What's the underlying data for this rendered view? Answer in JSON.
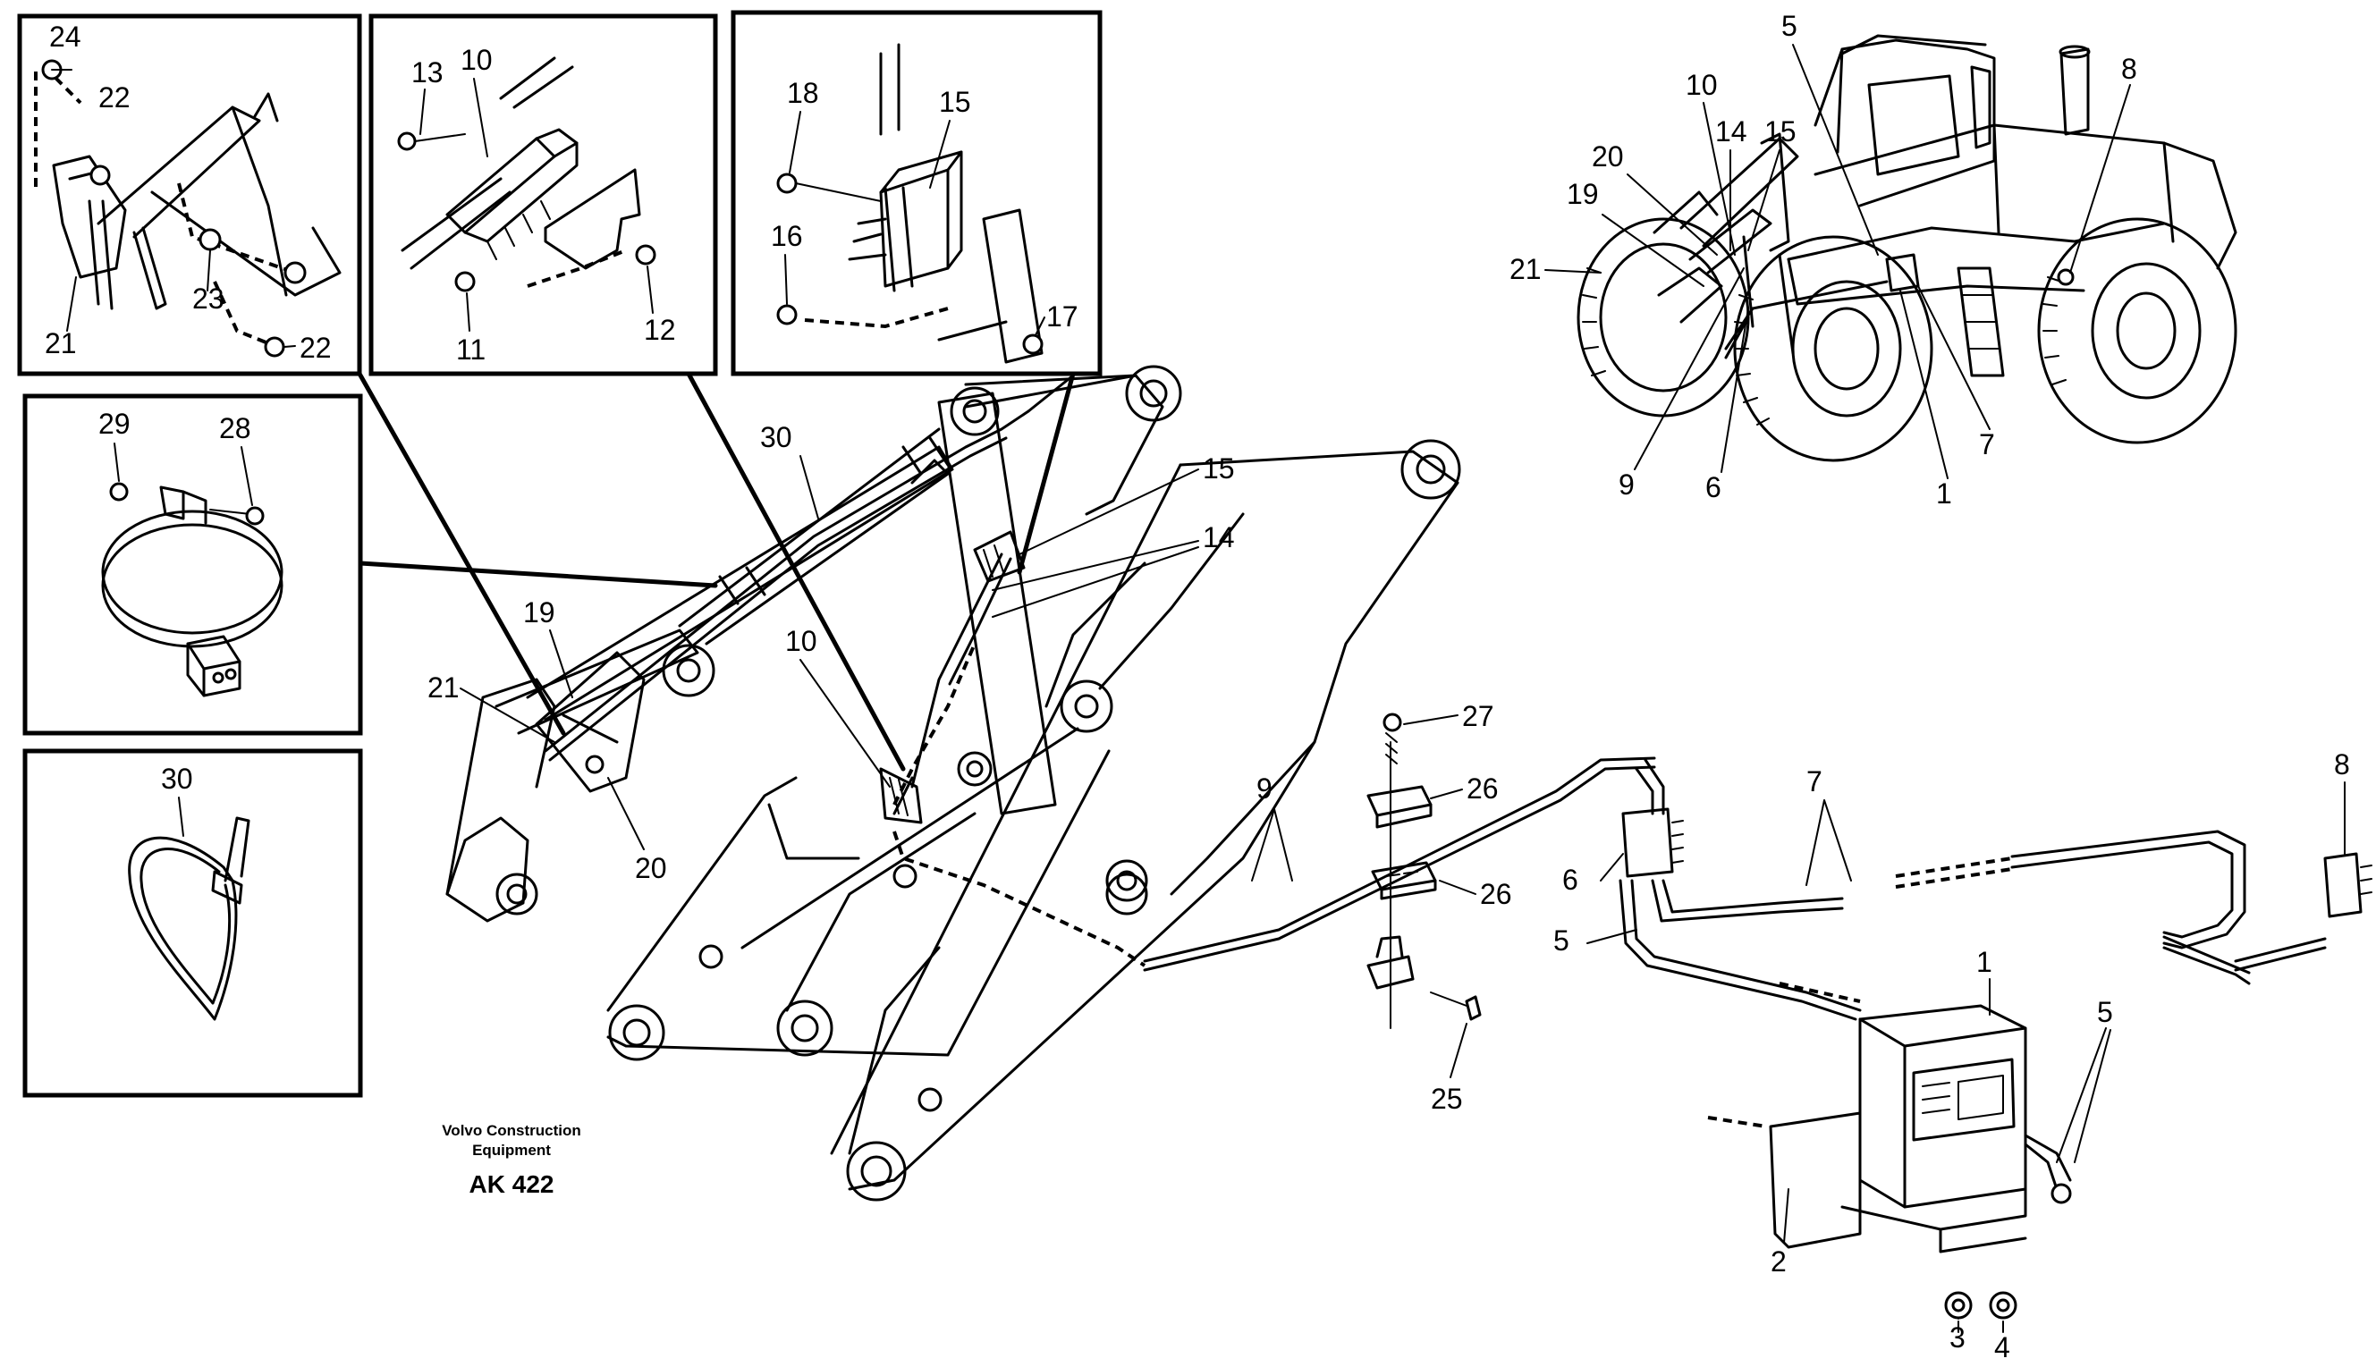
{
  "footer": {
    "credit_line1": "Volvo Construction",
    "credit_line2": "Equipment",
    "drawing_code": "AK 422"
  },
  "callouts": {
    "box1": [
      "24",
      "22",
      "23",
      "22",
      "21"
    ],
    "box2": [
      "13",
      "10",
      "11",
      "12"
    ],
    "box3": [
      "18",
      "15",
      "16",
      "17"
    ],
    "box4": [
      "29",
      "28"
    ],
    "box5": [
      "30"
    ],
    "arm": [
      "30",
      "15",
      "14",
      "19",
      "21",
      "20",
      "10"
    ],
    "harness": [
      "27",
      "26",
      "26",
      "25",
      "9",
      "6",
      "5",
      "7",
      "8",
      "1",
      "5",
      "2",
      "3",
      "4"
    ],
    "machine": [
      "5",
      "10",
      "8",
      "20",
      "14",
      "15",
      "19",
      "21",
      "9",
      "6",
      "1",
      "7"
    ]
  }
}
